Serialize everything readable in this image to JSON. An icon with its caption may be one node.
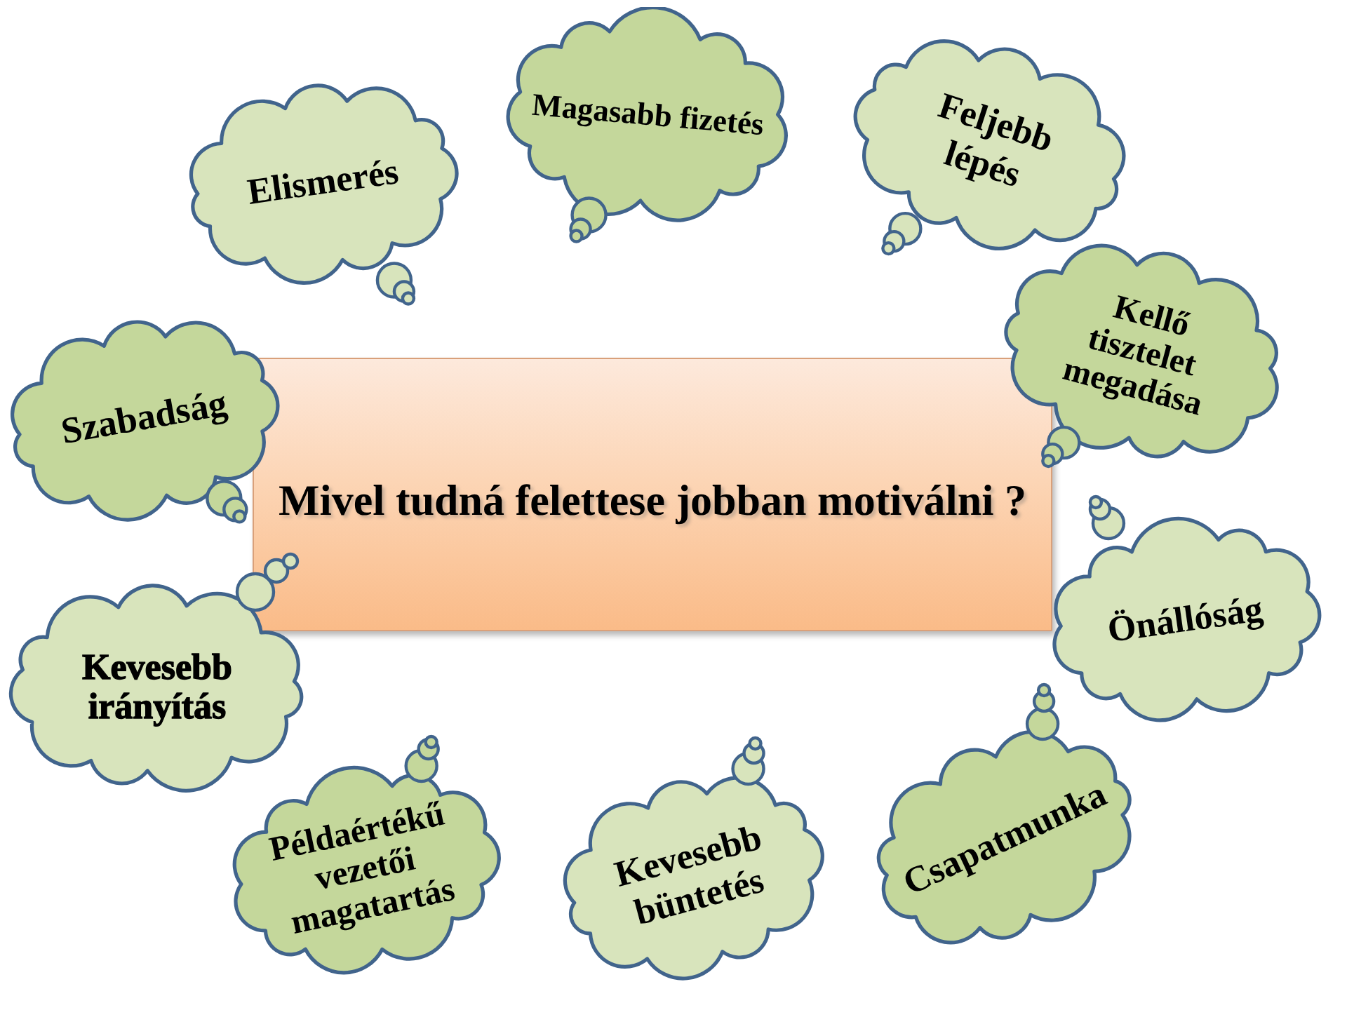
{
  "diagram": {
    "nodes": [
      {
        "text": [
          "Mivel tudná felettese jobban motiválni ?"
        ]
      },
      {
        "text": [
          "Elismerés"
        ]
      },
      {
        "text": [
          "Magasabb fizetés"
        ]
      },
      {
        "text": [
          "Feljebb lépés"
        ]
      },
      {
        "text": [
          "Kellő tisztelet megadása"
        ]
      },
      {
        "text": [
          "Önállóság"
        ]
      },
      {
        "text": [
          "Csapatmunka"
        ]
      },
      {
        "text": [
          "Kevesebb büntetés"
        ]
      },
      {
        "text": [
          "Példaértékű vezetői magatartás"
        ]
      },
      {
        "text": [
          "Kevesebb irányítás"
        ]
      },
      {
        "text": [
          "Szabadság"
        ]
      }
    ]
  }
}
